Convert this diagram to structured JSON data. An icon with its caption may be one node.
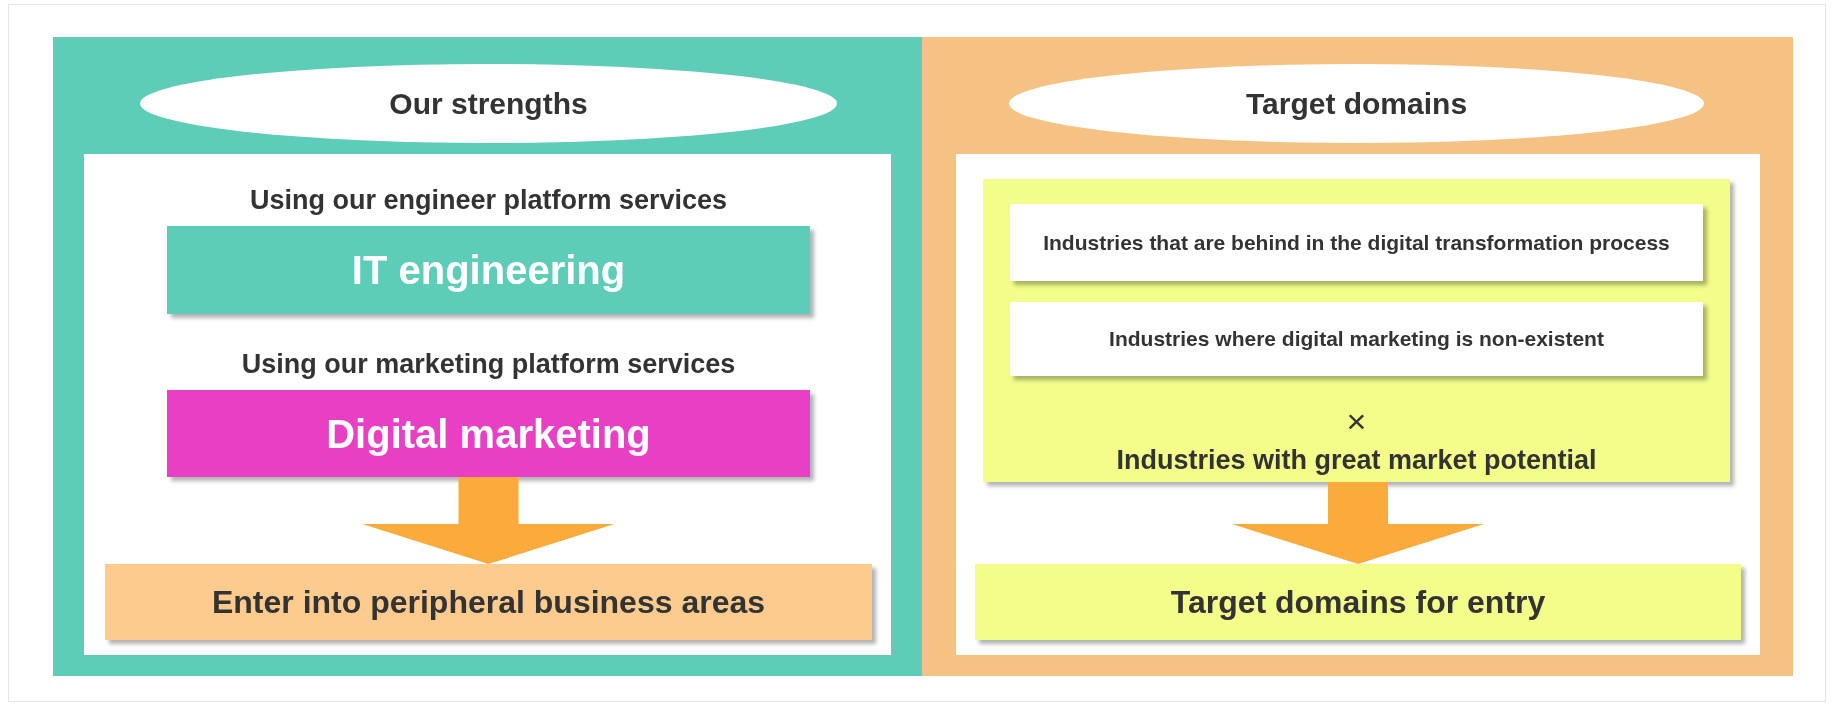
{
  "diagram": {
    "nodes": [
      {
        "text": [],
        "shape": "box"
      },
      {
        "text": [
          "Our strengths"
        ],
        "in": 0
      },
      {
        "text": [],
        "shape": "box",
        "in": 0
      },
      {
        "text": [
          "Using our engineer platform services",
          "IT engineering"
        ],
        "in": 2
      },
      {
        "text": [
          "Using our marketing platform services",
          "Digital marketing"
        ],
        "in": 2
      },
      {
        "text": [
          "Enter into peripheral business areas"
        ],
        "in": 2
      },
      {
        "text": [],
        "shape": "box"
      },
      {
        "text": [
          "Target domains"
        ],
        "in": 6
      },
      {
        "text": [],
        "shape": "box",
        "in": 6
      },
      {
        "text": [
          "×",
          "Industries with great market potential"
        ],
        "in": 8
      },
      {
        "text": [
          "Industries that are behind in the digital transformation process"
        ],
        "in": 9
      },
      {
        "text": [
          "Industries where digital marketing is non-existent"
        ],
        "in": 9
      },
      {
        "text": [
          "Target domains for entry"
        ],
        "in": 8
      }
    ],
    "edges": [
      {
        "from": 4,
        "to": 5,
        "arrow": "to"
      },
      {
        "from": 9,
        "to": 12,
        "arrow": "to"
      }
    ]
  }
}
